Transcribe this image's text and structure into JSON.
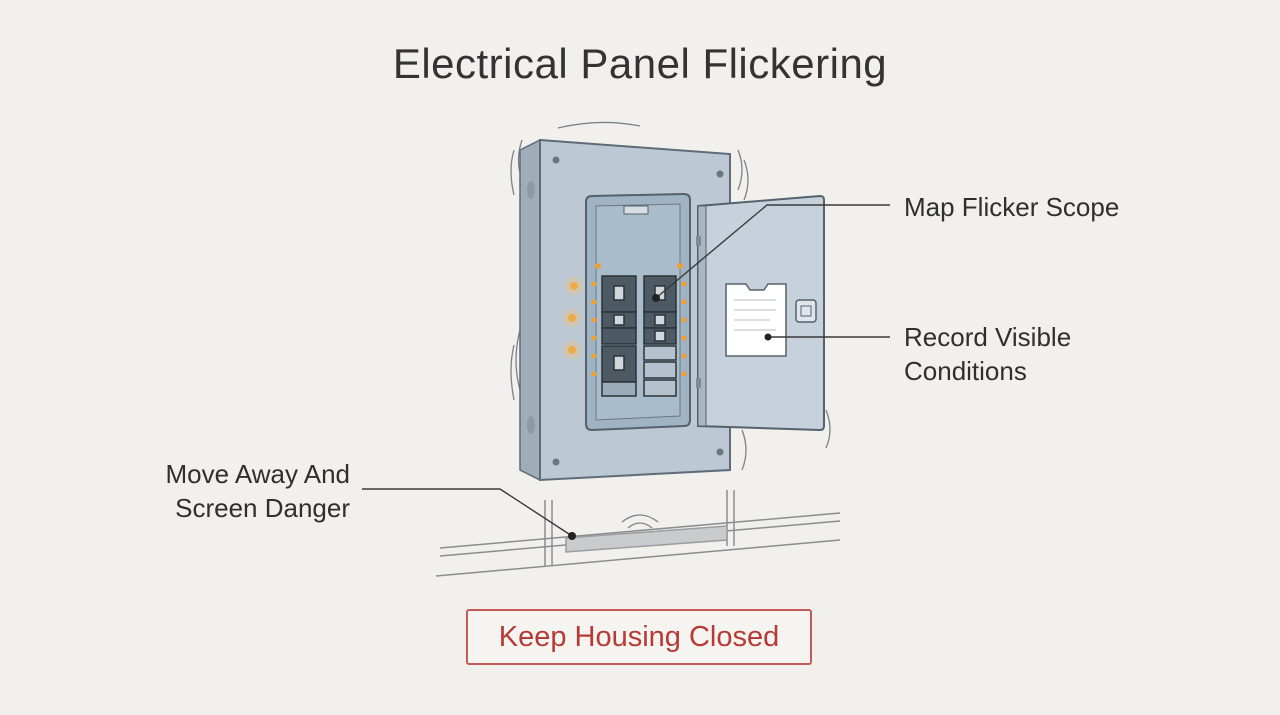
{
  "title": "Electrical Panel Flickering",
  "callouts": {
    "map_scope": "Map Flicker Scope",
    "record_line1": "Record Visible",
    "record_line2": "Conditions",
    "move_line1": "Move Away And",
    "move_line2": "Screen Danger"
  },
  "footer_button": "Keep Housing Closed",
  "colors": {
    "accent": "#c45a55",
    "glow": "#f0a030",
    "panel": "#bcc8d3"
  }
}
